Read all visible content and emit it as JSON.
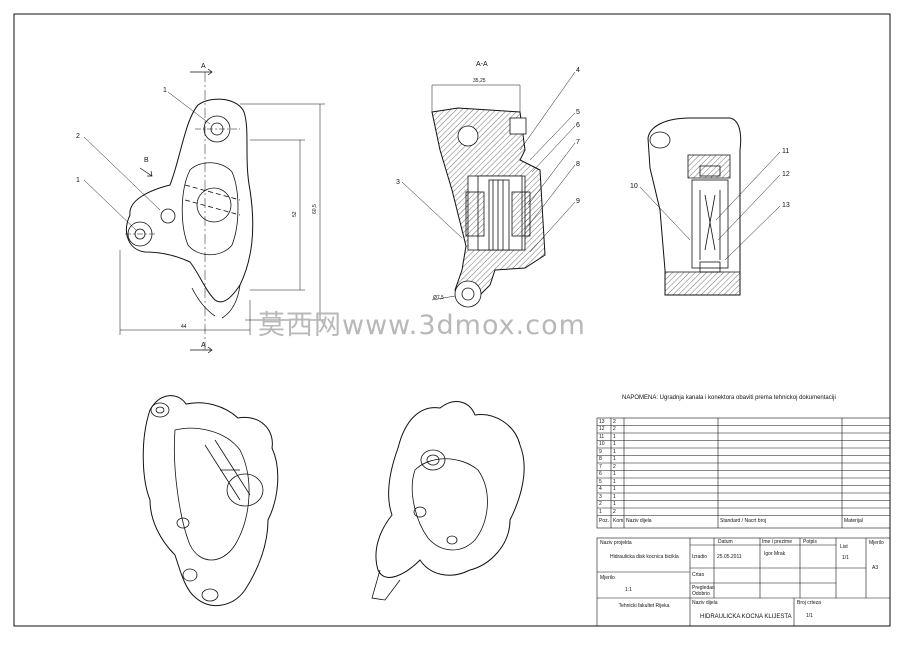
{
  "section": {
    "label": "A-A"
  },
  "dimensions": {
    "width_top": "35,25",
    "height_inner": "52",
    "height_outer": "60,5",
    "width_bottom": "44",
    "diameter": "Ø7,5"
  },
  "view_labels": {
    "cut_mark": "A",
    "view_mark": "B"
  },
  "balloons": {
    "front": [
      "1",
      "2",
      "1"
    ],
    "section": [
      "3",
      "4",
      "5",
      "6",
      "7",
      "8",
      "9"
    ],
    "side": [
      "10",
      "11",
      "12",
      "13"
    ]
  },
  "note": "NAPOMENA: Ugradnja kanala i konektora obaviti prema tehnickoj dokumentaciji",
  "bom": {
    "rows": [
      {
        "pos": "13",
        "qty": "2",
        "name": "",
        "std": "",
        "mat": ""
      },
      {
        "pos": "12",
        "qty": "2",
        "name": "",
        "std": "",
        "mat": ""
      },
      {
        "pos": "11",
        "qty": "1",
        "name": "",
        "std": "",
        "mat": ""
      },
      {
        "pos": "10",
        "qty": "1",
        "name": "",
        "std": "",
        "mat": ""
      },
      {
        "pos": "9",
        "qty": "1",
        "name": "",
        "std": "",
        "mat": ""
      },
      {
        "pos": "8",
        "qty": "1",
        "name": "",
        "std": "",
        "mat": ""
      },
      {
        "pos": "7",
        "qty": "2",
        "name": "",
        "std": "",
        "mat": ""
      },
      {
        "pos": "6",
        "qty": "1",
        "name": "",
        "std": "",
        "mat": ""
      },
      {
        "pos": "5",
        "qty": "1",
        "name": "",
        "std": "",
        "mat": ""
      },
      {
        "pos": "4",
        "qty": "1",
        "name": "",
        "std": "",
        "mat": ""
      },
      {
        "pos": "3",
        "qty": "1",
        "name": "",
        "std": "",
        "mat": ""
      },
      {
        "pos": "2",
        "qty": "1",
        "name": "",
        "std": "",
        "mat": ""
      },
      {
        "pos": "1",
        "qty": "2",
        "name": "",
        "std": "",
        "mat": ""
      }
    ],
    "header": {
      "pos": "Poz.",
      "qty": "Kom.",
      "name": "Naziv dijela",
      "std": "Standard / Nacrt broj",
      "mat": "Materijal"
    }
  },
  "title_block": {
    "project_label": "Naziv projekta",
    "project": "Hidraulicka disk kocnica bicikla",
    "designed_label": "Izradio",
    "date_label": "Datum",
    "name_label": "Ime i prezime",
    "sign_label": "Potpis",
    "date": "25.05.2011",
    "designer": "Igor Mrak",
    "drawn_label": "Crtao",
    "checked_label": "Pregledao",
    "approved_label": "Odobrio",
    "mark_label": "Mjerilo",
    "sheet_label": "List",
    "sheet": "1/1",
    "format": "A3",
    "scale_label": "Mjerilo",
    "scale": "1:1",
    "school": "Tehnicki fakultet Rijeka",
    "part_label": "Naziv dijela",
    "part": "HIDRAULICKA KOCNA KLIJESTA",
    "drawing_no_label": "Broj crteza",
    "drawing_no": "1/1"
  },
  "watermark": "莫西网www.3dmox.com"
}
